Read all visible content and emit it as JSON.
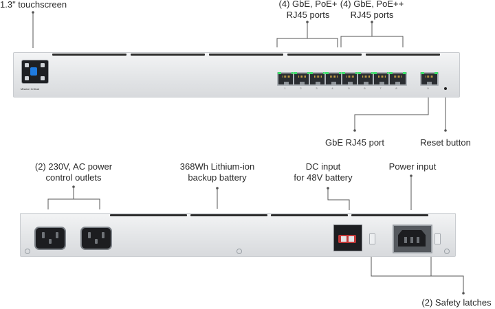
{
  "labels": {
    "touchscreen": "1.3\" touchscreen",
    "poe_plus_line1": "(4) GbE, PoE+",
    "poe_plus_line2": "RJ45 ports",
    "poe_plusplus_line1": "(4) GbE, PoE++",
    "poe_plusplus_line2": "RJ45 ports",
    "gbe_rj45_port": "GbE RJ45 port",
    "reset_button": "Reset button",
    "ac_outlets_line1": "(2) 230V, AC power",
    "ac_outlets_line2": "control outlets",
    "battery_line1": "368Wh Lithium-ion",
    "battery_line2": "backup battery",
    "dc_input_line1": "DC input",
    "dc_input_line2": "for 48V battery",
    "power_input": "Power input",
    "safety_latches": "(2) Safety latches"
  },
  "device_text": {
    "front_badge": "Mission Critical",
    "port_labels": [
      "1",
      "2",
      "3",
      "4",
      "5",
      "6",
      "7",
      "8"
    ],
    "uplink_label": "9"
  },
  "colors": {
    "chassis": "#e3e5e7",
    "port_led": "#3ee06a",
    "screen_accent": "#1f7be0",
    "dc_input": "#c03838",
    "callout_line": "#555555"
  }
}
